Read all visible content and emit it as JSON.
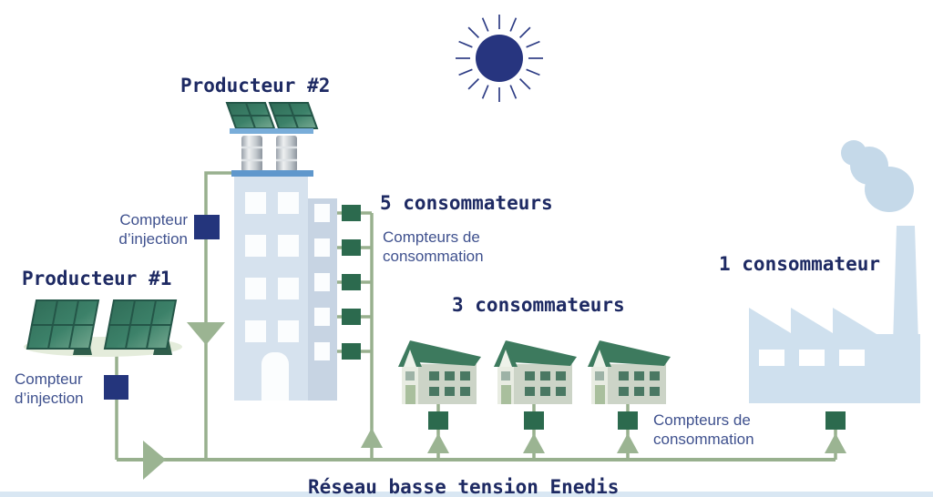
{
  "labels": {
    "producer1": "Producteur #1",
    "producer2": "Producteur #2",
    "consumers_building": "5 consommateurs",
    "consumers_houses": "3 consommateurs",
    "consumer_factory": "1 consommateur",
    "network": "Réseau basse tension Enedis",
    "injection_meter": {
      "line1": "Compteur",
      "line2": "d’injection"
    },
    "consumption_meters": {
      "line1": "Compteurs de",
      "line2": "consommation"
    }
  },
  "colors": {
    "heading_text": "#1e2a63",
    "label_text": "#3f518e",
    "network_line_green": "#98b08e",
    "arrow_green": "#9bb492",
    "injection_meter_navy": "#24357c",
    "consumption_meter_green": "#2c6a4e",
    "sun_navy": "#27357f",
    "building_blue": "#d6e2ee",
    "building_wing_blue": "#c7d4e3",
    "roof_strip_blue": "#5f97cc",
    "solar_panel_green": "#3c8169",
    "house_roof_green": "#3d7a5e",
    "factory_blue": "#cfe0ee",
    "smoke_blue": "#c5d9e9",
    "ground_green": "#e4ecdb",
    "bottom_strip_blue": "#d9e7f3"
  }
}
